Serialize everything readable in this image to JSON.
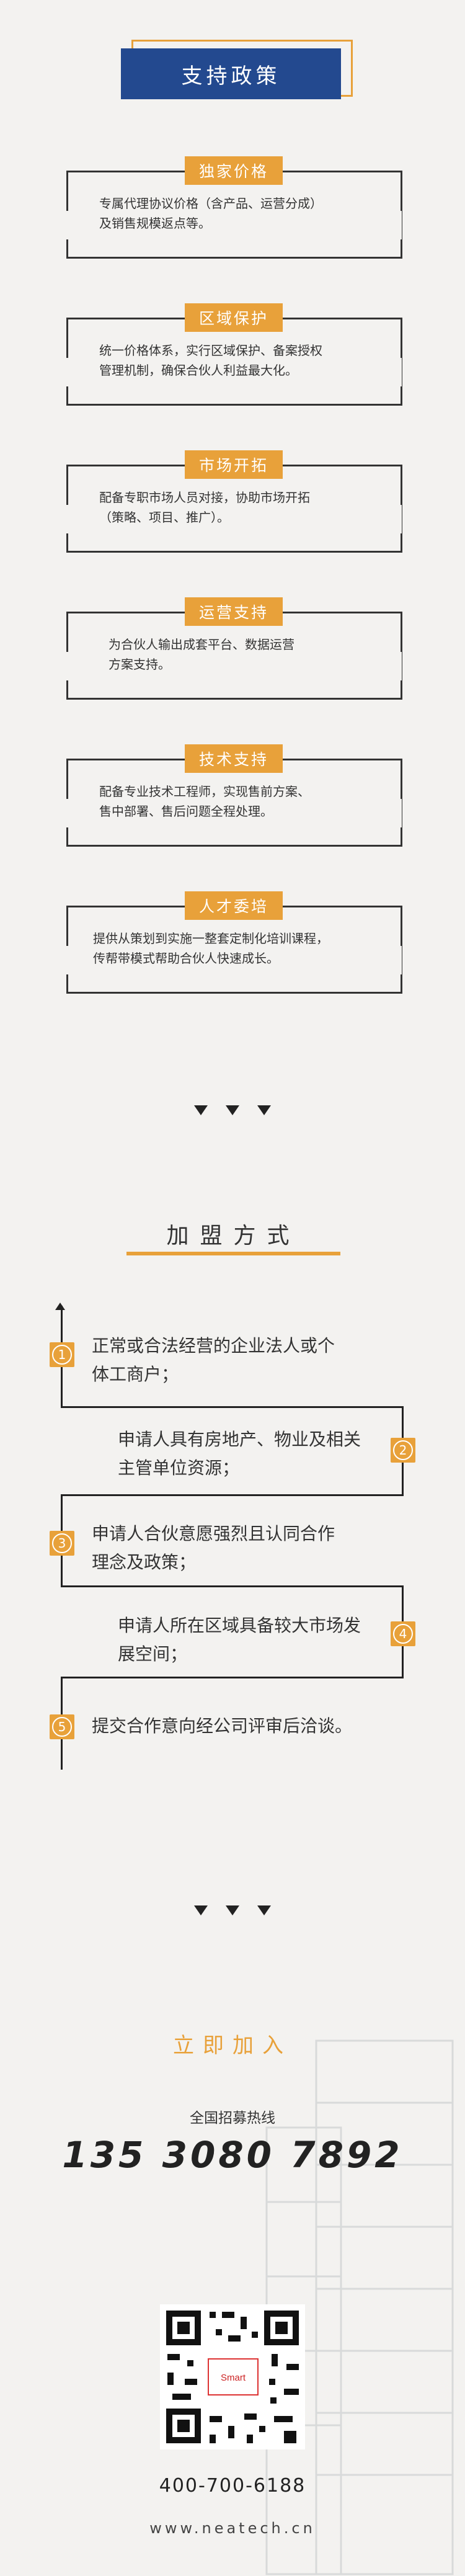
{
  "support": {
    "title": "支持政策",
    "cards": [
      {
        "tag": "独家价格",
        "line1": "专属代理协议价格（含产品、运营分成）",
        "line2": "及销售规模返点等。"
      },
      {
        "tag": "区域保护",
        "line1": "统一价格体系，实行区域保护、备案授权",
        "line2": "管理机制，确保合伙人利益最大化。"
      },
      {
        "tag": "市场开拓",
        "line1": "配备专职市场人员对接，协助市场开拓",
        "line2": "（策略、项目、推广）。"
      },
      {
        "tag": "运营支持",
        "line1": "为合伙人输出成套平台、数据运营",
        "line2": "方案支持。"
      },
      {
        "tag": "技术支持",
        "line1": "配备专业技术工程师，实现售前方案、",
        "line2": "售中部署、售后问题全程处理。"
      },
      {
        "tag": "人才委培",
        "line1": "提供从策划到实施一整套定制化培训课程，",
        "line2": "传帮带模式帮助合伙人快速成长。"
      }
    ]
  },
  "join": {
    "title": "加盟方式",
    "steps": [
      {
        "num": "1",
        "line1": "正常或合法经营的企业法人或个",
        "line2": "体工商户；"
      },
      {
        "num": "2",
        "line1": "申请人具有房地产、物业及相关",
        "line2": "主管单位资源；"
      },
      {
        "num": "3",
        "line1": "申请人合伙意愿强烈且认同合作",
        "line2": "理念及政策；"
      },
      {
        "num": "4",
        "line1": "申请人所在区域具备较大市场发",
        "line2": "展空间；"
      },
      {
        "num": "5",
        "line1": "提交合作意向经公司评审后洽谈。",
        "line2": ""
      }
    ]
  },
  "contact": {
    "cta": "立即加入",
    "hotline_label": "全国招募热线",
    "phone": "135 3080 7892",
    "tel": "400-700-6188",
    "website": "www.neatech.cn",
    "qr_center": "Smart"
  },
  "colors": {
    "accent": "#e8a13a",
    "navy": "#23498f",
    "background": "#f3f2f0"
  }
}
